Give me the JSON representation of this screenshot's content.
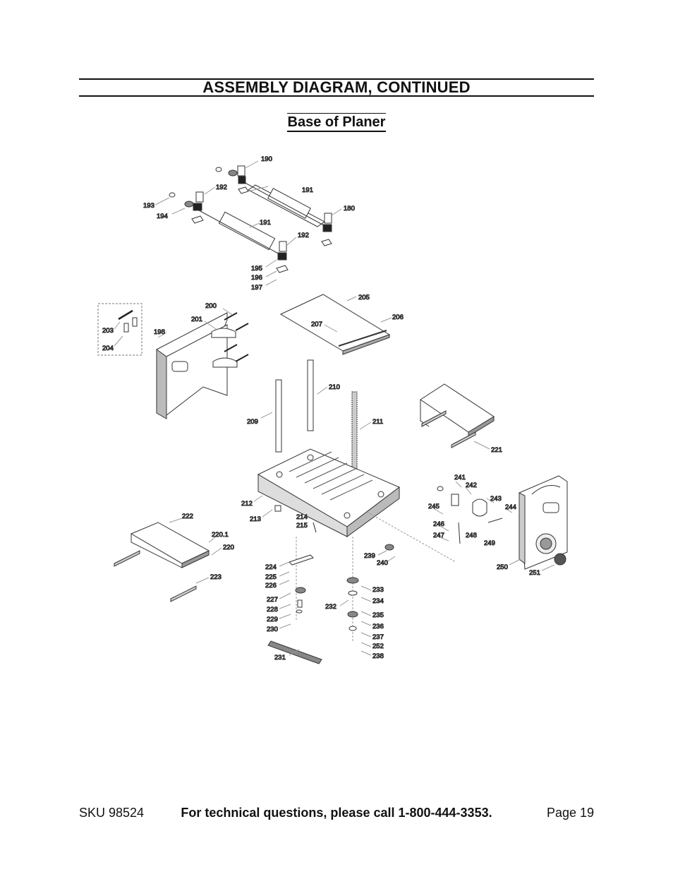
{
  "page": {
    "title": "ASSEMBLY DIAGRAM, CONTINUED",
    "subtitle": "Base of Planer"
  },
  "diagram": {
    "part_labels": [
      "190",
      "191",
      "192",
      "193",
      "194",
      "195",
      "196",
      "197",
      "198",
      "200",
      "201",
      "203",
      "204",
      "205",
      "206",
      "207",
      "209",
      "210",
      "211",
      "212",
      "213",
      "214",
      "215",
      "220",
      "220.1",
      "221",
      "222",
      "223",
      "224",
      "225",
      "226",
      "227",
      "228",
      "229",
      "230",
      "231",
      "232",
      "233",
      "234",
      "235",
      "236",
      "237",
      "238",
      "239",
      "240",
      "241",
      "242",
      "243",
      "244",
      "245",
      "246",
      "247",
      "248",
      "249",
      "250",
      "251",
      "252"
    ]
  },
  "footer": {
    "sku": "SKU 98524",
    "tech_line": "For technical questions, please call 1-800-444-3353.",
    "page": "Page 19"
  }
}
